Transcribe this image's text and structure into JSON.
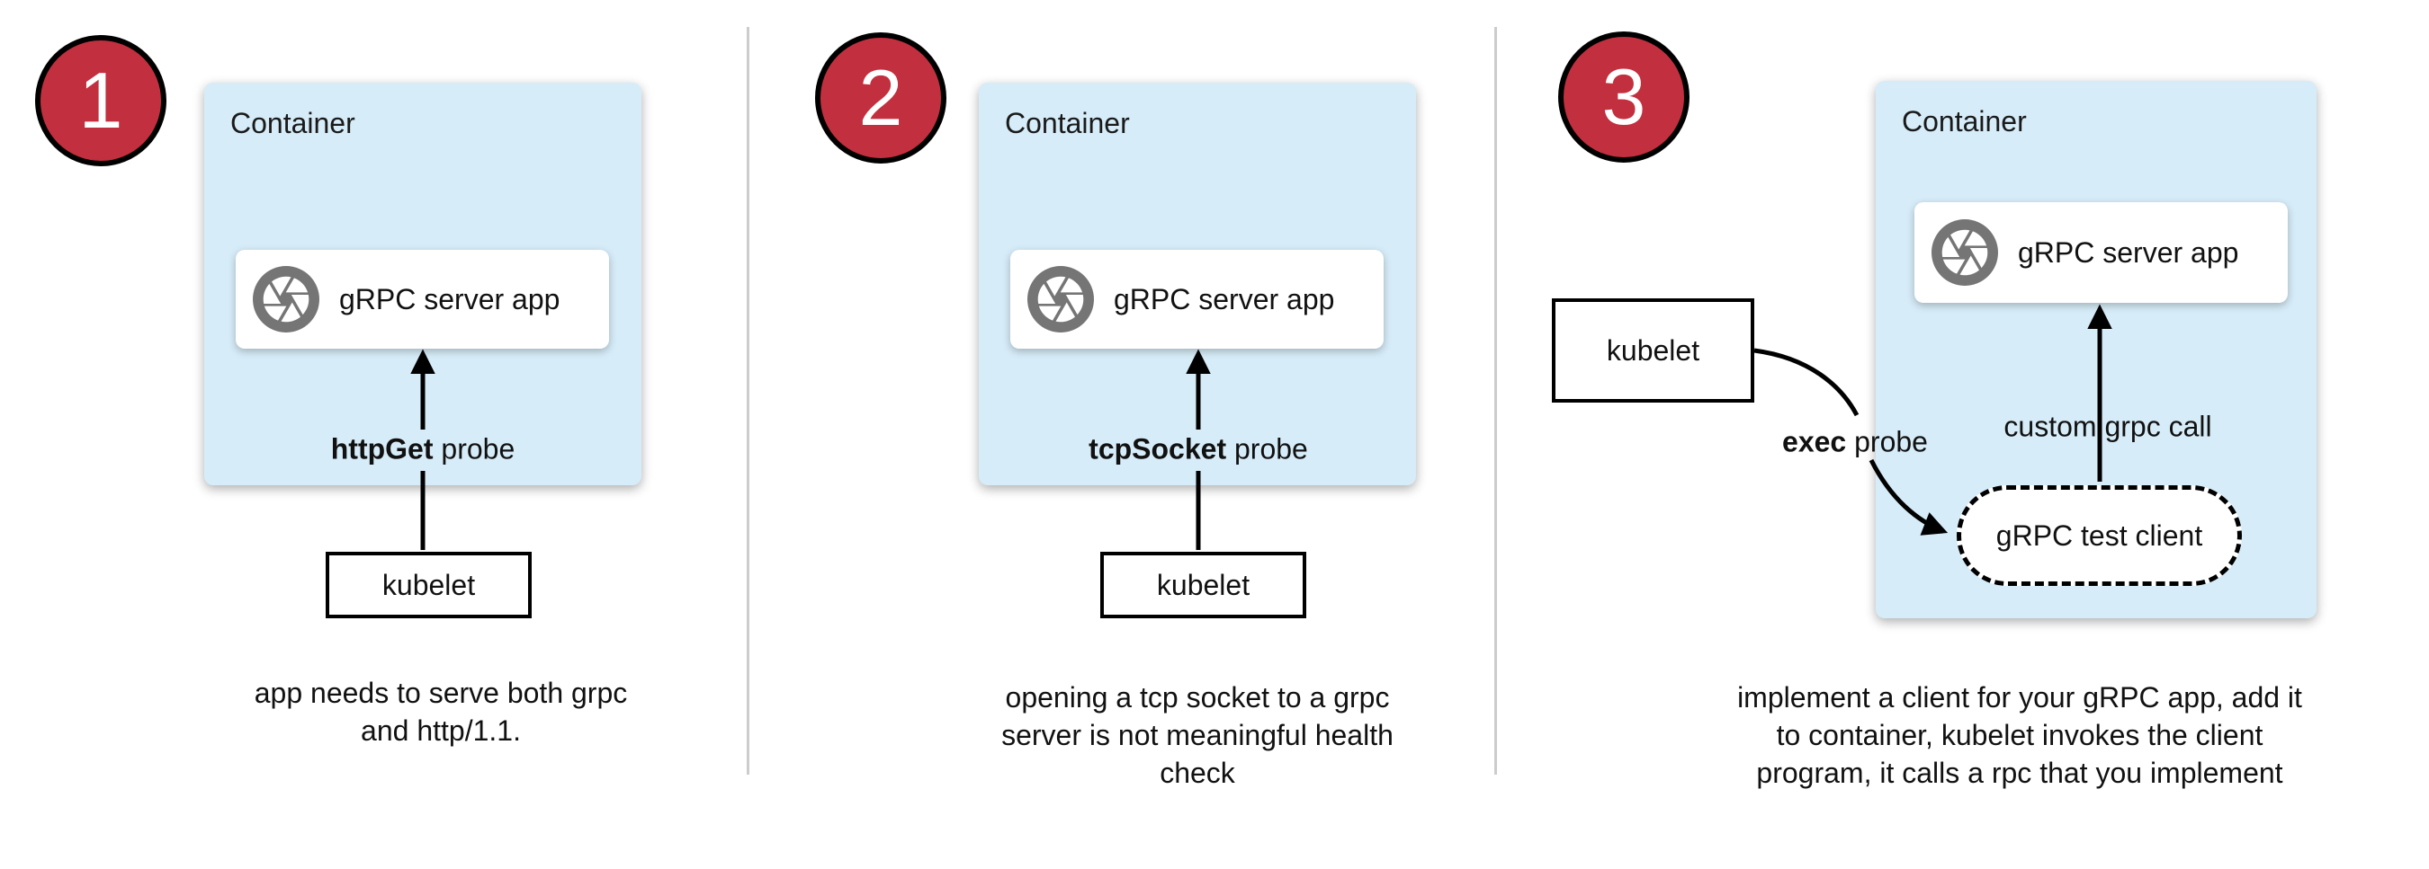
{
  "colors": {
    "container_blue": "#d6ecf8",
    "badge_red": "#c22f3e",
    "badge_border": "#000000",
    "icon_gray": "#757575",
    "divider_gray": "#cccccc",
    "arrow_black": "#000000",
    "text": "#111111"
  },
  "panels": [
    {
      "number": "1",
      "container_label": "Container",
      "app_label": "gRPC server app",
      "app_icon": "aperture-icon",
      "probe_keyword": "httpGet",
      "probe_word": "probe",
      "kubelet_label": "kubelet",
      "caption_lines": [
        "app needs to serve both grpc",
        "and http/1.1."
      ]
    },
    {
      "number": "2",
      "container_label": "Container",
      "app_label": "gRPC server app",
      "app_icon": "aperture-icon",
      "probe_keyword": "tcpSocket",
      "probe_word": "probe",
      "kubelet_label": "kubelet",
      "caption_lines": [
        "opening a tcp socket to a grpc",
        "server is not meaningful health",
        "check"
      ]
    },
    {
      "number": "3",
      "container_label": "Container",
      "app_label": "gRPC server app",
      "app_icon": "aperture-icon",
      "probe_keyword": "exec",
      "probe_word": "probe",
      "kubelet_label": "kubelet",
      "arrow_label": "custom grpc call",
      "test_client_label": "gRPC test client",
      "caption_lines": [
        "implement a client for your gRPC app, add it",
        "to container, kubelet invokes the client",
        "program, it calls a rpc that you implement"
      ]
    }
  ]
}
